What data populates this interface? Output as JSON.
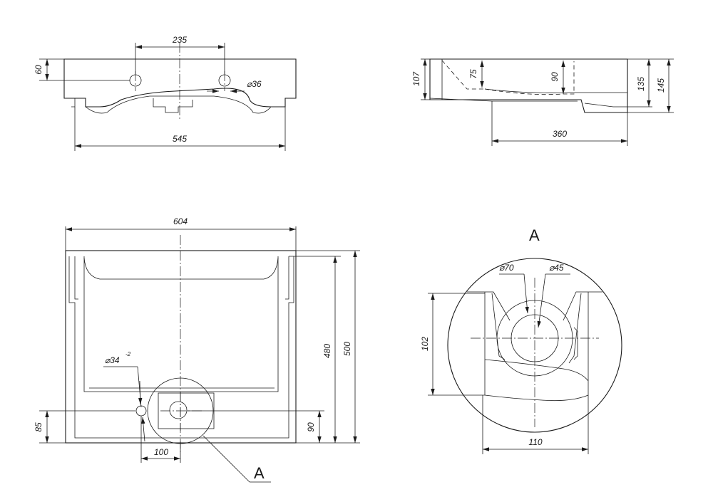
{
  "front_view": {
    "dim_hole_spacing": "235",
    "dim_rim_height": "60",
    "dim_hole_dia": "⌀36",
    "dim_width": "545"
  },
  "side_view": {
    "dim_107": "107",
    "dim_75": "75",
    "dim_90": "90",
    "dim_135": "135",
    "dim_145": "145",
    "dim_360": "360"
  },
  "plan_view": {
    "dim_604": "604",
    "dim_480": "480",
    "dim_500": "500",
    "dim_hole": "⌀34",
    "dim_hole_tol": "-2",
    "dim_85": "85",
    "dim_90": "90",
    "dim_100": "100",
    "callout": "A"
  },
  "detail_a": {
    "title": "A",
    "dim_70": "⌀70",
    "dim_45": "⌀45",
    "dim_102": "102",
    "dim_110": "110"
  }
}
